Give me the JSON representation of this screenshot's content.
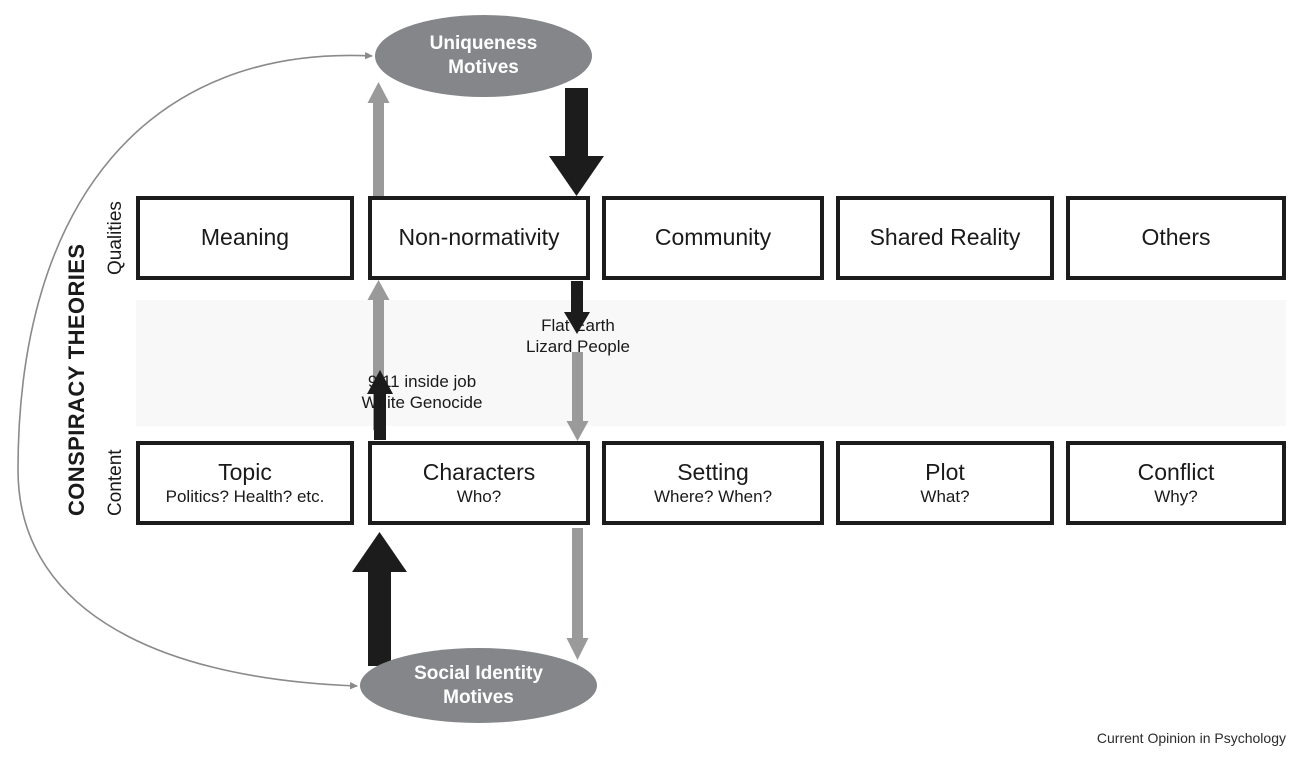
{
  "figure": {
    "axis_label_main": "CONSPIRACY THEORIES",
    "row_labels": {
      "qualities": "Qualities",
      "content": "Content"
    },
    "caption": "Current Opinion in Psychology",
    "colors": {
      "box_border": "#1c1c1c",
      "ellipse_fill": "#848689",
      "band_fill": "#f8f8f8",
      "gray_arrow": "#9a9a9a",
      "black_arrow": "#1c1c1c",
      "curve_stroke": "#8a8a8a",
      "text": "#1a1a1a"
    }
  },
  "qualities_row": [
    {
      "title": "Meaning",
      "sub": ""
    },
    {
      "title": "Non-normativity",
      "sub": ""
    },
    {
      "title": "Community",
      "sub": ""
    },
    {
      "title": "Shared Reality",
      "sub": ""
    },
    {
      "title": "Others",
      "sub": ""
    }
  ],
  "content_row": [
    {
      "title": "Topic",
      "sub": "Politics? Health? etc."
    },
    {
      "title": "Characters",
      "sub": "Who?"
    },
    {
      "title": "Setting",
      "sub": "Where? When?"
    },
    {
      "title": "Plot",
      "sub": "What?"
    },
    {
      "title": "Conflict",
      "sub": "Why?"
    }
  ],
  "motives": {
    "uniqueness": "Uniqueness\nMotives",
    "uniqueness_line1": "Uniqueness",
    "uniqueness_line2": "Motives",
    "social_identity_line1": "Social Identity",
    "social_identity_line2": "Motives"
  },
  "annotations": {
    "left_example_line1": "9/11 inside job",
    "left_example_line2": "White Genocide",
    "right_example_line1": "Flat Earth",
    "right_example_line2": "Lizard People"
  }
}
